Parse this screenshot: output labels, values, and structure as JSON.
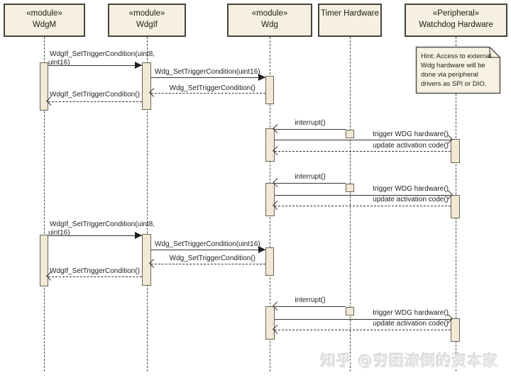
{
  "diagram": {
    "participants": [
      {
        "stereotype": "«module»",
        "name": "WdgM"
      },
      {
        "stereotype": "«module»",
        "name": "WdgIf"
      },
      {
        "stereotype": "«module»",
        "name": "Wdg"
      },
      {
        "stereotype": "",
        "name": "Timer Hardware"
      },
      {
        "stereotype": "«Peripheral»",
        "name": "Watchdog Hardware"
      }
    ],
    "note_text": "Hint: Access to external Wdg hardware will be done via peripheral drivers as SPI or DIO.",
    "labels": {
      "set_trigger_if_l1": "WdgIf_SetTriggerCondition(uint8,",
      "set_trigger_if_l2": "uint16)",
      "set_trigger_wdg_call": "Wdg_SetTriggerCondition(uint16)",
      "set_trigger_wdg_return": "Wdg_SetTriggerCondition()",
      "set_trigger_if_return": "WdgIf_SetTriggerCondition()",
      "interrupt": "interrupt()",
      "trigger": "trigger WDG hardware()",
      "update": "update activation code()"
    }
  },
  "watermark": {
    "text": "知乎 @穷困潦倒的资本家"
  },
  "colors": {
    "box_fill": "#f6f0e0",
    "box_border": "#45443e",
    "activation_fill": "#f1e9d5",
    "activation_border": "#6b6355",
    "line": "#34332e",
    "background": "#ffffff",
    "watermark_text": "#e3e3e3"
  }
}
